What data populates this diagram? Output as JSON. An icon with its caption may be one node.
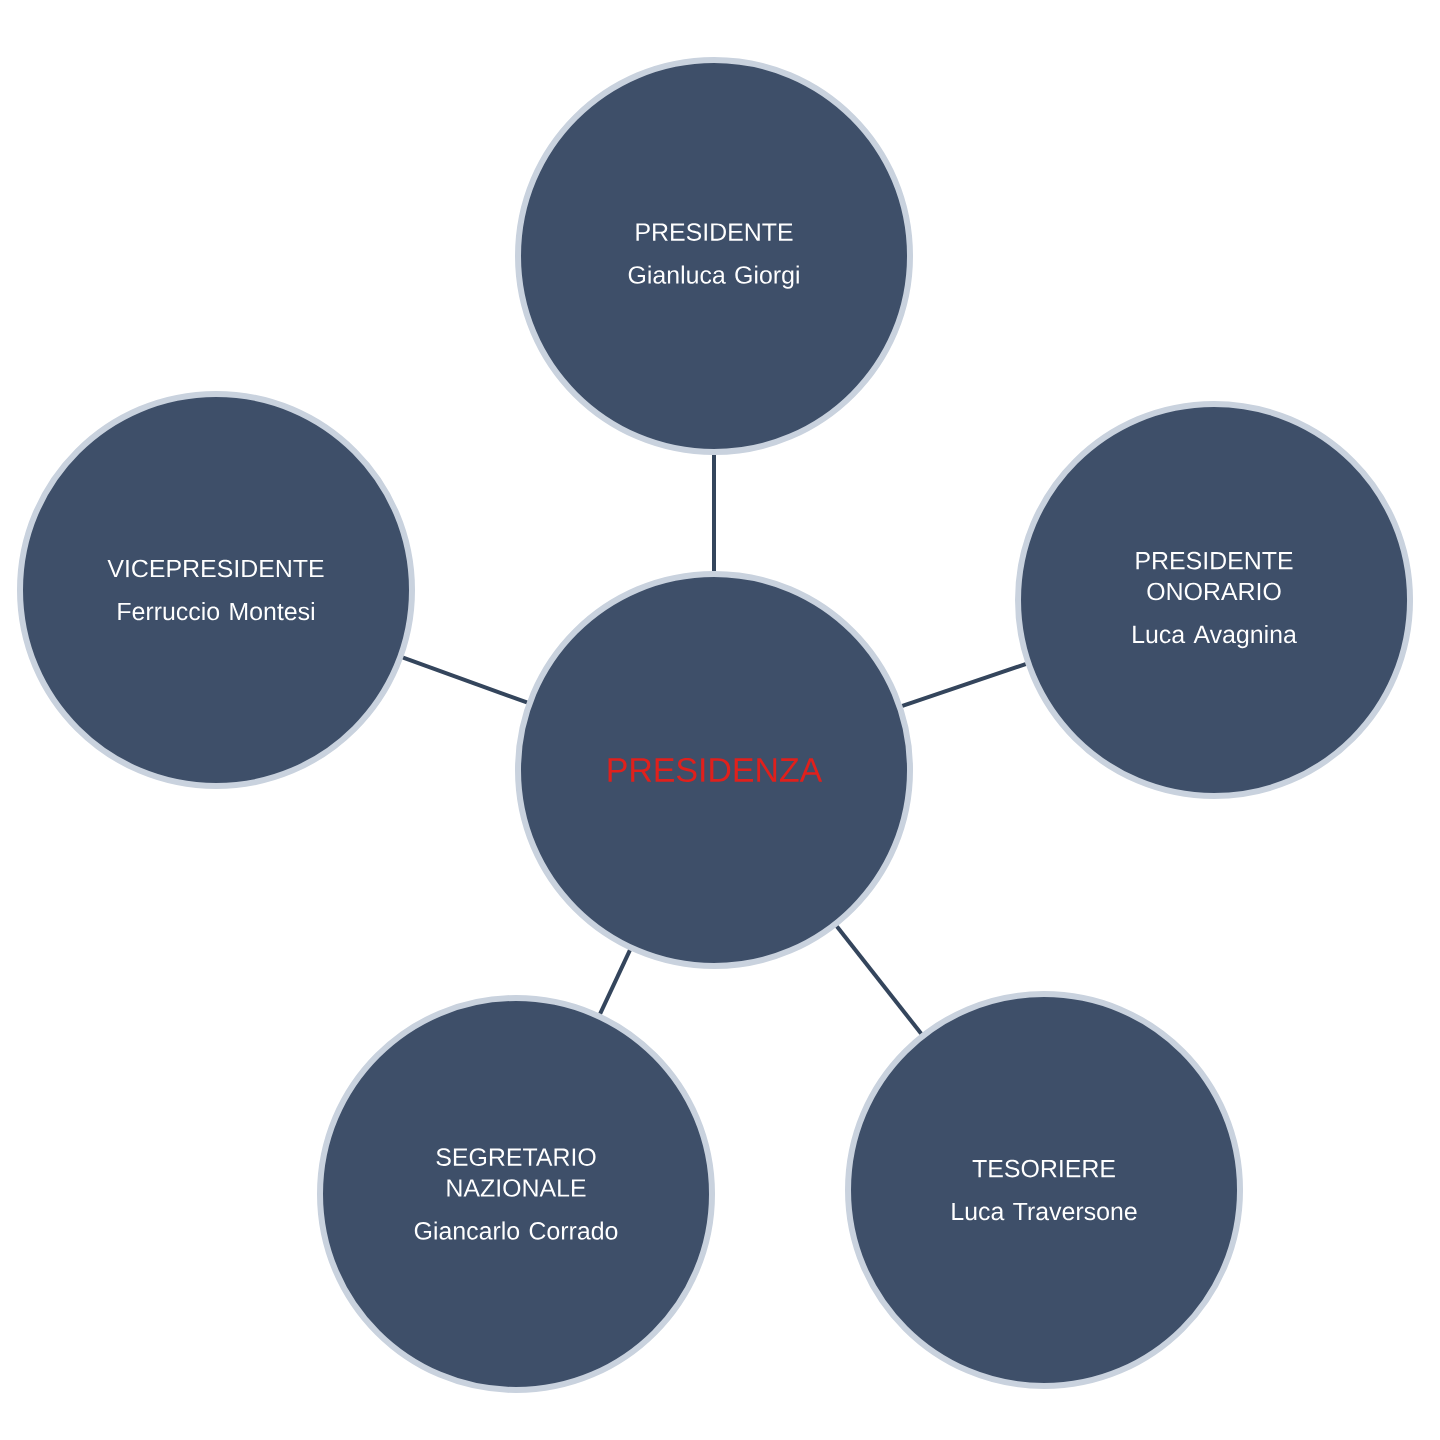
{
  "diagram": {
    "nodes": [
      {
        "text": [
          "PRESIDENZA"
        ]
      },
      {
        "text": [
          "PRESIDENTE",
          "Gianluca Giorgi"
        ]
      },
      {
        "text": [
          "PRESIDENTE ONORARIO",
          "Luca Avagnina"
        ]
      },
      {
        "text": [
          "TESORIERE",
          "Luca Traversone"
        ]
      },
      {
        "text": [
          "SEGRETARIO NAZIONALE",
          "Giancarlo Corrado"
        ]
      },
      {
        "text": [
          "VICEPRESIDENTE",
          "Ferruccio Montesi"
        ]
      }
    ],
    "edges": [
      {
        "from": 0,
        "to": 1,
        "arrow": "none"
      },
      {
        "from": 0,
        "to": 2,
        "arrow": "none"
      },
      {
        "from": 0,
        "to": 3,
        "arrow": "none"
      },
      {
        "from": 0,
        "to": 4,
        "arrow": "none"
      },
      {
        "from": 0,
        "to": 5,
        "arrow": "none"
      }
    ]
  }
}
